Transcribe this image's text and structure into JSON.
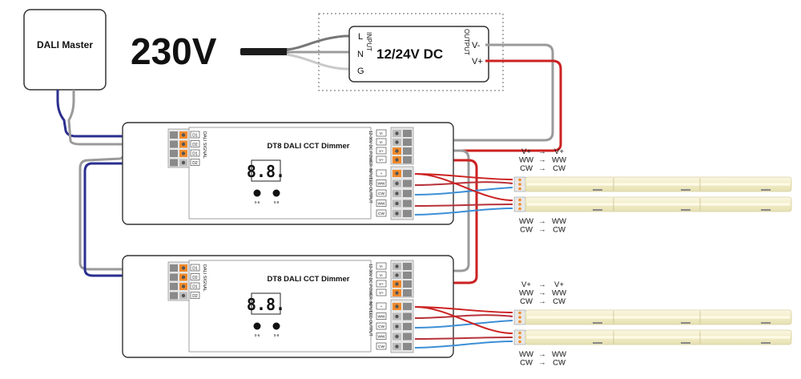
{
  "master": {
    "label": "DALI Master"
  },
  "mains": {
    "label": "230V"
  },
  "psu": {
    "title": "12/24V DC",
    "input_terminals": [
      "L",
      "N",
      "G"
    ],
    "input_label": "INPUT",
    "output_terminals": [
      "V-",
      "V+"
    ],
    "output_label": "OUTPUT"
  },
  "dimmers": [
    {
      "title": "DT8 DALI CCT Dimmer",
      "dali_terminals": [
        "D1",
        "D2",
        "D1",
        "D2"
      ],
      "dali_label": "DALI SIGNAL",
      "power_terminals": [
        "V-",
        "V-",
        "V+",
        "V+"
      ],
      "power_label": "12-36V DC POWER INPUT",
      "led_terminals": [
        "+",
        "WW",
        "CW",
        "WW",
        "CW"
      ],
      "led_label": "LED OUTPUT",
      "display": "8.8.",
      "knob_labels": [
        "0-6",
        "0-9"
      ]
    },
    {
      "title": "DT8 DALI CCT Dimmer",
      "dali_terminals": [
        "D1",
        "D2",
        "D1",
        "D2"
      ],
      "dali_label": "DALI SIGNAL",
      "power_terminals": [
        "V-",
        "V-",
        "V+",
        "V+"
      ],
      "power_label": "12-36V DC POWER INPUT",
      "led_terminals": [
        "+",
        "WW",
        "CW",
        "WW",
        "CW"
      ],
      "led_label": "LED OUTPUT",
      "display": "8.8.",
      "knob_labels": [
        "0-6",
        "0-9"
      ]
    }
  ],
  "strip_mappings": {
    "top": [
      {
        "from": "V+",
        "to": "V+"
      },
      {
        "from": "WW",
        "to": "WW"
      },
      {
        "from": "CW",
        "to": "CW"
      }
    ],
    "bottom": [
      {
        "from": "WW",
        "to": "WW"
      },
      {
        "from": "CW",
        "to": "CW"
      }
    ],
    "arrow": "→"
  },
  "colors": {
    "dali_wire": "#2b2f8f",
    "neg_wire": "#9a9a9a",
    "pos_wire": "#cc2222",
    "ww_wire": "#b8323a",
    "cw_wire": "#3d8fd6",
    "terminal_orange": "#f08a2c",
    "strip_yellow": "#f3efcf"
  }
}
